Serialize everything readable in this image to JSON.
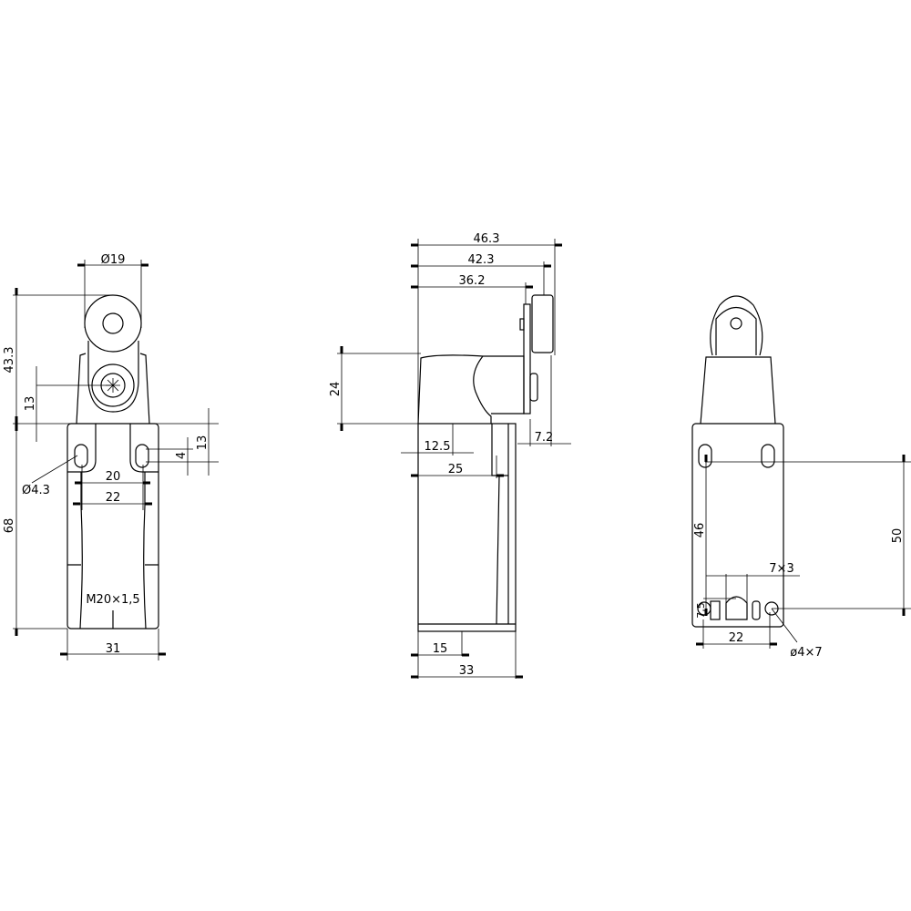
{
  "front_view": {
    "dims": {
      "roller_diameter": "Ø19",
      "total_height": "43.3",
      "pivot_height": "13",
      "body_height": "68",
      "body_width": "31",
      "hole_spacing_inner": "20",
      "hole_spacing_outer": "22",
      "slot_length": "4",
      "slot_offset": "13",
      "hole_diameter": "Ø4.3"
    },
    "thread_label": "M20×1,5"
  },
  "side_view": {
    "dims": {
      "total_depth": "46.3",
      "roller_depth": "42.3",
      "plate_depth": "36.2",
      "head_height": "24",
      "center_offset": "12.5",
      "head_depth": "25",
      "roller_overhang": "7.2",
      "conduit_offset": "15",
      "body_depth": "33"
    }
  },
  "rear_view": {
    "dims": {
      "hole_spacing_vertical": "50",
      "hole_distance": "46",
      "slot_size": "7×3",
      "edge_offset": "7,5",
      "hole_spacing": "22",
      "hole_size": "ø4×7"
    }
  }
}
